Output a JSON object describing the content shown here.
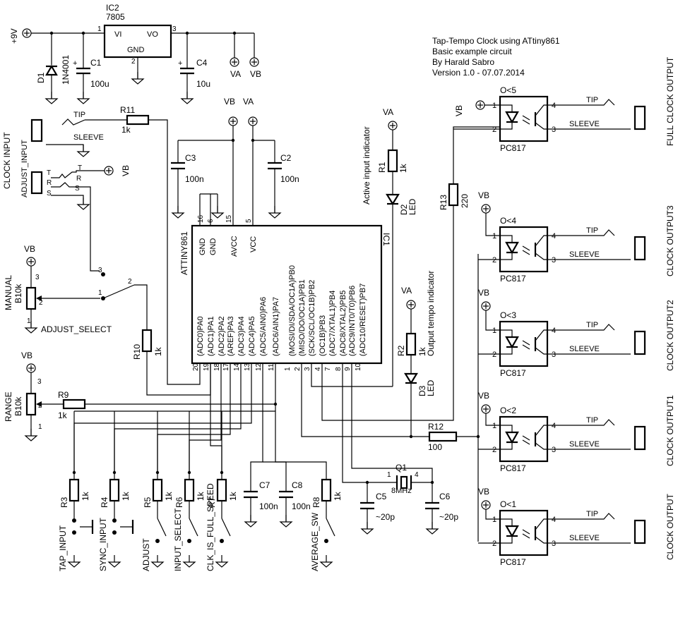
{
  "title": {
    "line1": "Tap-Tempo Clock using ATtiny861",
    "line2": "Basic example circuit",
    "line3": "By Harald Sabro",
    "line4": "Version 1.0 - 07.07.2014"
  },
  "regulator": {
    "ref": "IC2",
    "part": "7805",
    "pin_vi": "VI",
    "pin_vo": "VO",
    "pin_gnd": "GND",
    "pin1": "1",
    "pin2": "2",
    "pin3": "3"
  },
  "supply": {
    "input": "+9V",
    "diode_ref": "D1",
    "diode_part": "1N4001",
    "c1_ref": "C1",
    "c1_val": "100u",
    "c4_ref": "C4",
    "c4_val": "10u",
    "plus": "+",
    "va": "VA",
    "vb": "VB"
  },
  "mcu": {
    "ref": "IC1",
    "part": "ATTINY861",
    "gnd": "GND",
    "avcc": "AVCC",
    "vcc": "VCC",
    "top_pins": [
      "16",
      "6",
      "15",
      "5"
    ],
    "left_labels": [
      "(ADC0)PA0",
      "(ADC1)PA1",
      "(ADC2)PA2",
      "(AREF)PA3",
      "(ADC3)PA4",
      "(ADC4)PA5",
      "(ADC5/AIN0)PA6",
      "(ADC6/AIN1)PA7"
    ],
    "left_pins": [
      "20",
      "19",
      "18",
      "17",
      "14",
      "13",
      "12",
      "11"
    ],
    "right_labels": [
      "(MOSI/DI/SDA/OC1A)PB0",
      "(MISO/DO/OC1A)PB1",
      "(SCK/SCL/OC1B)PB2",
      "(OC1B)PB3",
      "(ADC7/XTAL1)PB4",
      "(ADC8/XTAL2)PB5",
      "(ADC9/INT0/T0)PB6",
      "(ADC10/RESET)PB7"
    ],
    "right_pins": [
      "1",
      "2",
      "3",
      "4",
      "7",
      "8",
      "9",
      "10"
    ]
  },
  "caps": {
    "c3_ref": "C3",
    "c3_val": "100n",
    "c2_ref": "C2",
    "c2_val": "100n",
    "c7_ref": "C7",
    "c7_val": "100n",
    "c8_ref": "C8",
    "c8_val": "100n",
    "c5_ref": "C5",
    "c5_val": "~20p",
    "c6_ref": "C6",
    "c6_val": "~20p"
  },
  "crystal": {
    "ref": "Q1",
    "val": "8MHz",
    "pin1": "1",
    "pin4": "4"
  },
  "inputs": {
    "clock_input": "CLOCK INPUT",
    "tip": "TIP",
    "sleeve": "SLEEVE",
    "adjust_input": "ADJUST_INPUT",
    "jack_t": "T",
    "jack_r": "R",
    "jack_s": "S",
    "r11_ref": "R11",
    "r11_val": "1k",
    "vb": "VB"
  },
  "pots": {
    "manual_label": "MANUAL",
    "manual_val": "B10k",
    "range_label": "RANGE",
    "range_val": "B10k",
    "adjust_select": "ADJUST_SELECT",
    "pin1": "1",
    "pin2": "2",
    "pin3": "3",
    "vb": "VB"
  },
  "resistors": {
    "r9_ref": "R9",
    "r9_val": "1k",
    "r10_ref": "R10",
    "r10_val": "1k",
    "r3_ref": "R3",
    "r4_ref": "R4",
    "r5_ref": "R5",
    "r6_ref": "R6",
    "r7_ref": "R7",
    "r8_ref": "R8",
    "pullup_val": "1k",
    "r12_ref": "R12",
    "r12_val": "100",
    "r13_ref": "R13",
    "r13_val": "220",
    "r1_ref": "R1",
    "r1_val": "1k",
    "r2_ref": "R2",
    "r2_val": "1k"
  },
  "switches": [
    "TAP_INPUT",
    "SYNC_INPUT",
    "ADJUST",
    "INPUT_SELECT",
    "CLK_IS_FULL_SPEED",
    "AVERAGE_SW"
  ],
  "leds": {
    "d2_ref": "D2",
    "d2_part": "LED",
    "d3_ref": "D3",
    "d3_part": "LED",
    "active_indicator": "Active input indicator",
    "tempo_indicator": "Output tempo indicator",
    "va": "VA"
  },
  "optos": [
    {
      "ref": "O<5",
      "part": "PC817",
      "output": "FULL CLOCK OUTPUT"
    },
    {
      "ref": "O<4",
      "part": "PC817",
      "output": "CLOCK OUTPUT3"
    },
    {
      "ref": "O<3",
      "part": "PC817",
      "output": "CLOCK OUTPUT2"
    },
    {
      "ref": "O<2",
      "part": "PC817",
      "output": "CLOCK OUTPUT1"
    },
    {
      "ref": "O<1",
      "part": "PC817",
      "output": "CLOCK OUTPUT"
    }
  ],
  "opto_pins": {
    "p1": "1",
    "p2": "2",
    "p3": "3",
    "p4": "4"
  }
}
